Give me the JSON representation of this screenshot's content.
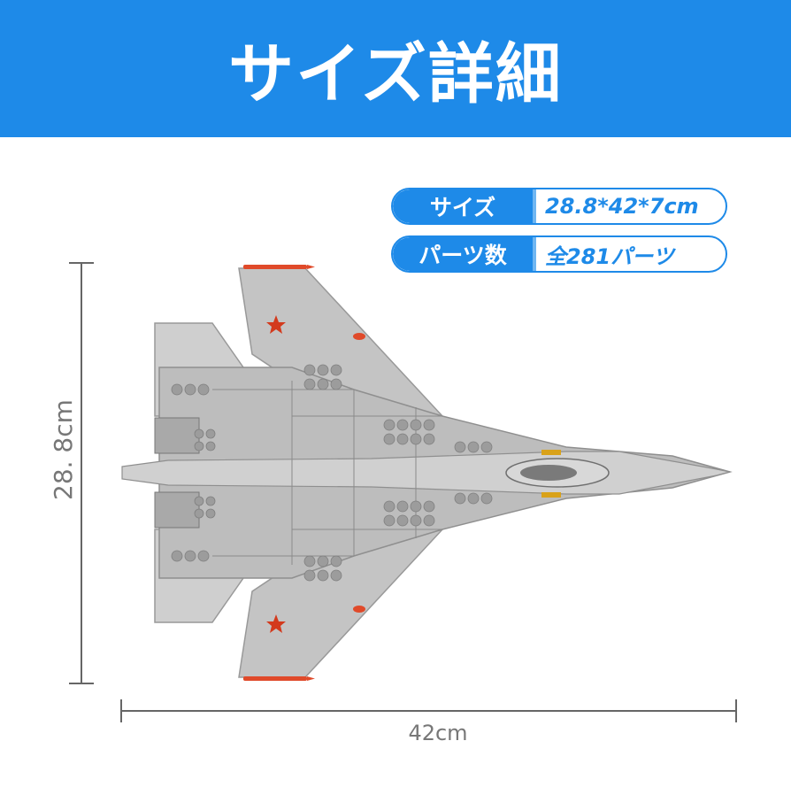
{
  "banner": {
    "title": "サイズ詳細"
  },
  "specs": {
    "size": {
      "label": "サイズ",
      "value": "28.8*42*7cm"
    },
    "parts": {
      "label": "パーツ数",
      "value": "全281パーツ"
    }
  },
  "dimensions": {
    "height_label": "28. 8cm",
    "width_label": "42cm"
  },
  "colors": {
    "accent": "#1e8ae8",
    "accent_light": "#6fb6f2",
    "plane": "#b9b9b9",
    "marking": "#d33a1d"
  }
}
